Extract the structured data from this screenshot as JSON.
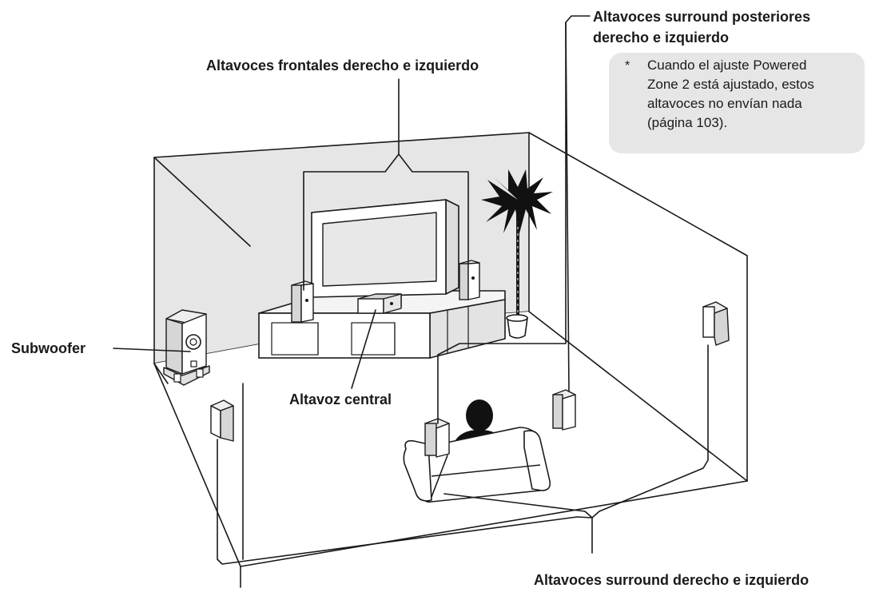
{
  "labels": {
    "front_speakers": "Altavoces frontales derecho e izquierdo",
    "surround_back_line1": "Altavoces surround posteriores",
    "surround_back_line2": "derecho e izquierdo",
    "subwoofer": "Subwoofer",
    "center_speaker": "Altavoz central",
    "surround_speakers": "Altavoces surround derecho e izquierdo"
  },
  "note": {
    "marker": "*",
    "text": "Cuando el ajuste Powered\nZone 2 está ajustado, estos\naltavoces no envían nada\n(página 103)."
  },
  "colors": {
    "line": "#1a1a1a",
    "wall_shade": "#e6e6e6",
    "speaker_fill": "#ffffff",
    "speaker_shade": "#d6d6d6",
    "silhouette": "#111111"
  }
}
